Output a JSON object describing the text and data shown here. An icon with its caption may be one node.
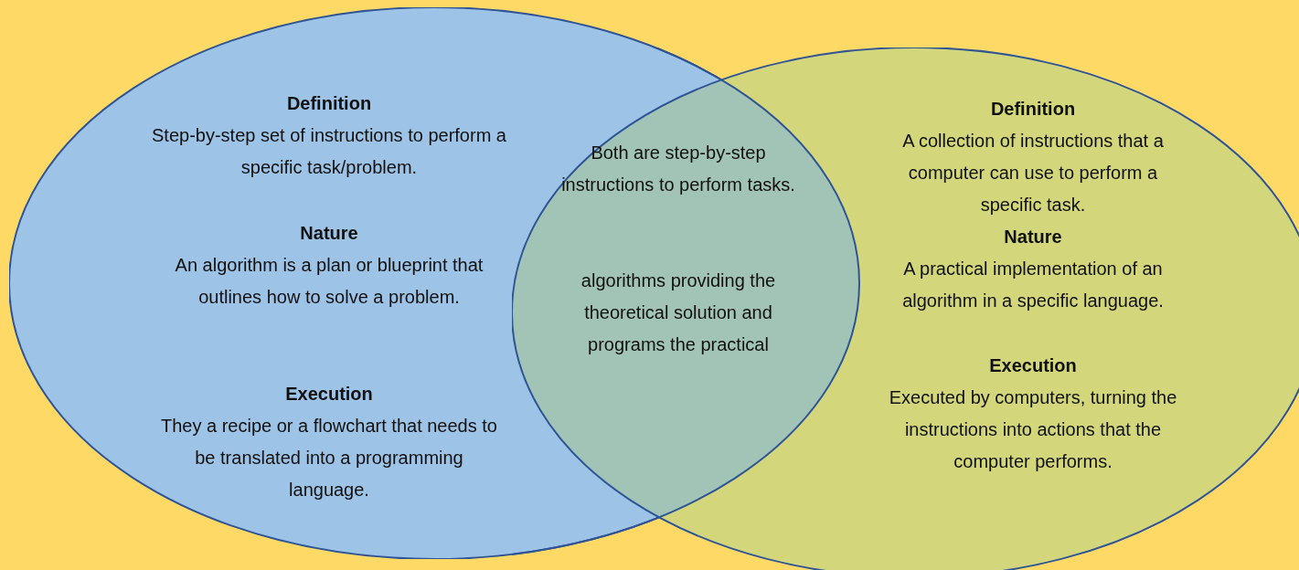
{
  "diagram": {
    "nodes": [
      {
        "text": [
          "Definition",
          "Step-by-step set of instructions to perform a specific task/problem.",
          "Nature",
          "An algorithm is a plan or blueprint that outlines how to solve a problem.",
          "Execution",
          "They a recipe or a flowchart that needs to be translated into a programming language."
        ]
      },
      {
        "text": [
          "Definition",
          "A collection of instructions that a computer can use to perform a specific task.",
          "Nature",
          "A practical implementation of an algorithm in a specific language.",
          "Execution",
          "Executed by computers, turning the instructions into actions that the computer performs."
        ]
      }
    ],
    "edges": [],
    "labels": [
      "Both are step-by-step instructions to perform tasks.",
      "algorithms providing the theoretical solution and programs the practical"
    ]
  }
}
